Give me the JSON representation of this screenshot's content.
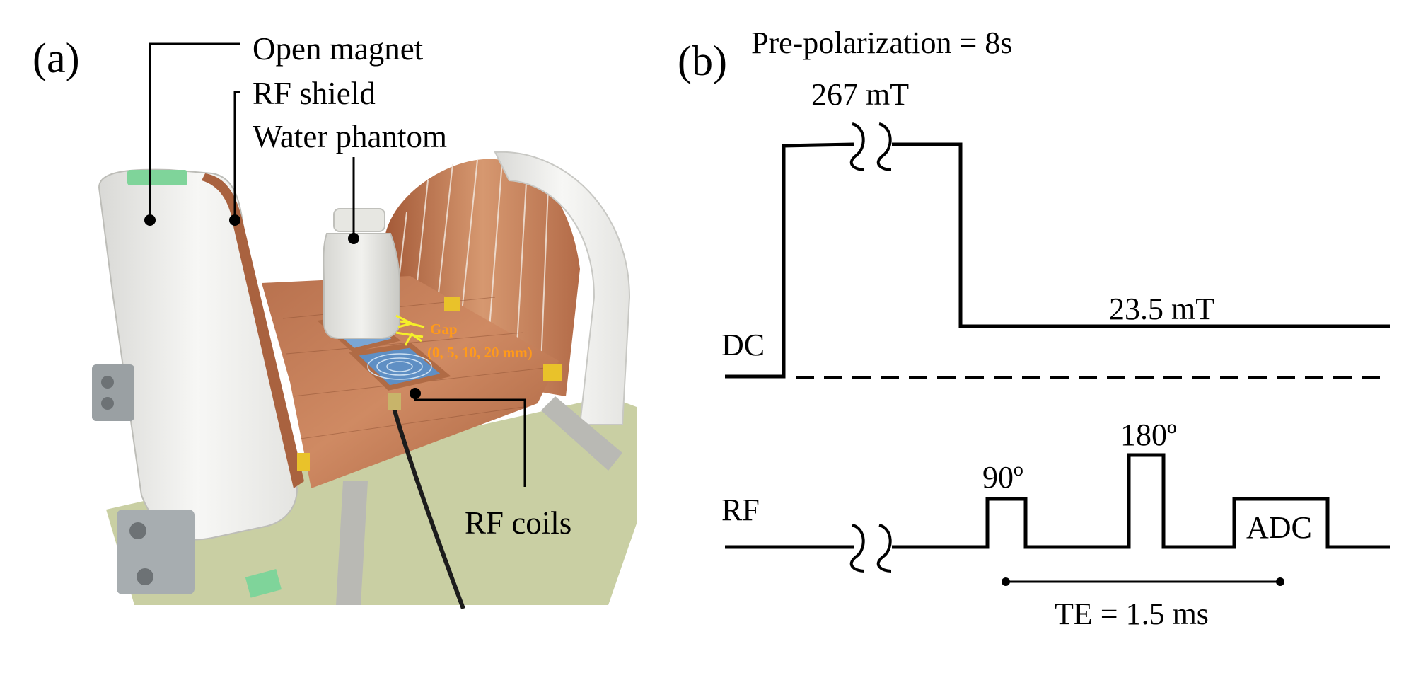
{
  "panel_a": {
    "label": "(a)",
    "callouts": {
      "open_magnet": "Open magnet",
      "rf_shield": "RF shield",
      "water_phantom": "Water phantom",
      "rf_coils": "RF coils"
    },
    "gap_title": "Gap",
    "gap_values": "(0, 5, 10, 20 mm)"
  },
  "panel_b": {
    "label": "(b)",
    "prepolarization": "Pre-polarization = 8s",
    "dc_label": "DC",
    "dc_high": "267 mT",
    "dc_low": "23.5 mT",
    "rf_label": "RF",
    "pulse_90": "90º",
    "pulse_180": "180º",
    "adc": "ADC",
    "te": "TE = 1.5 ms"
  },
  "colors": {
    "copper": "#c27a55",
    "magnet_white": "#f2f2f0",
    "coil_blue": "#5f8fc4",
    "gap_orange": "#ff9a1a",
    "gap_arrow_yellow": "#f4ef2a"
  }
}
